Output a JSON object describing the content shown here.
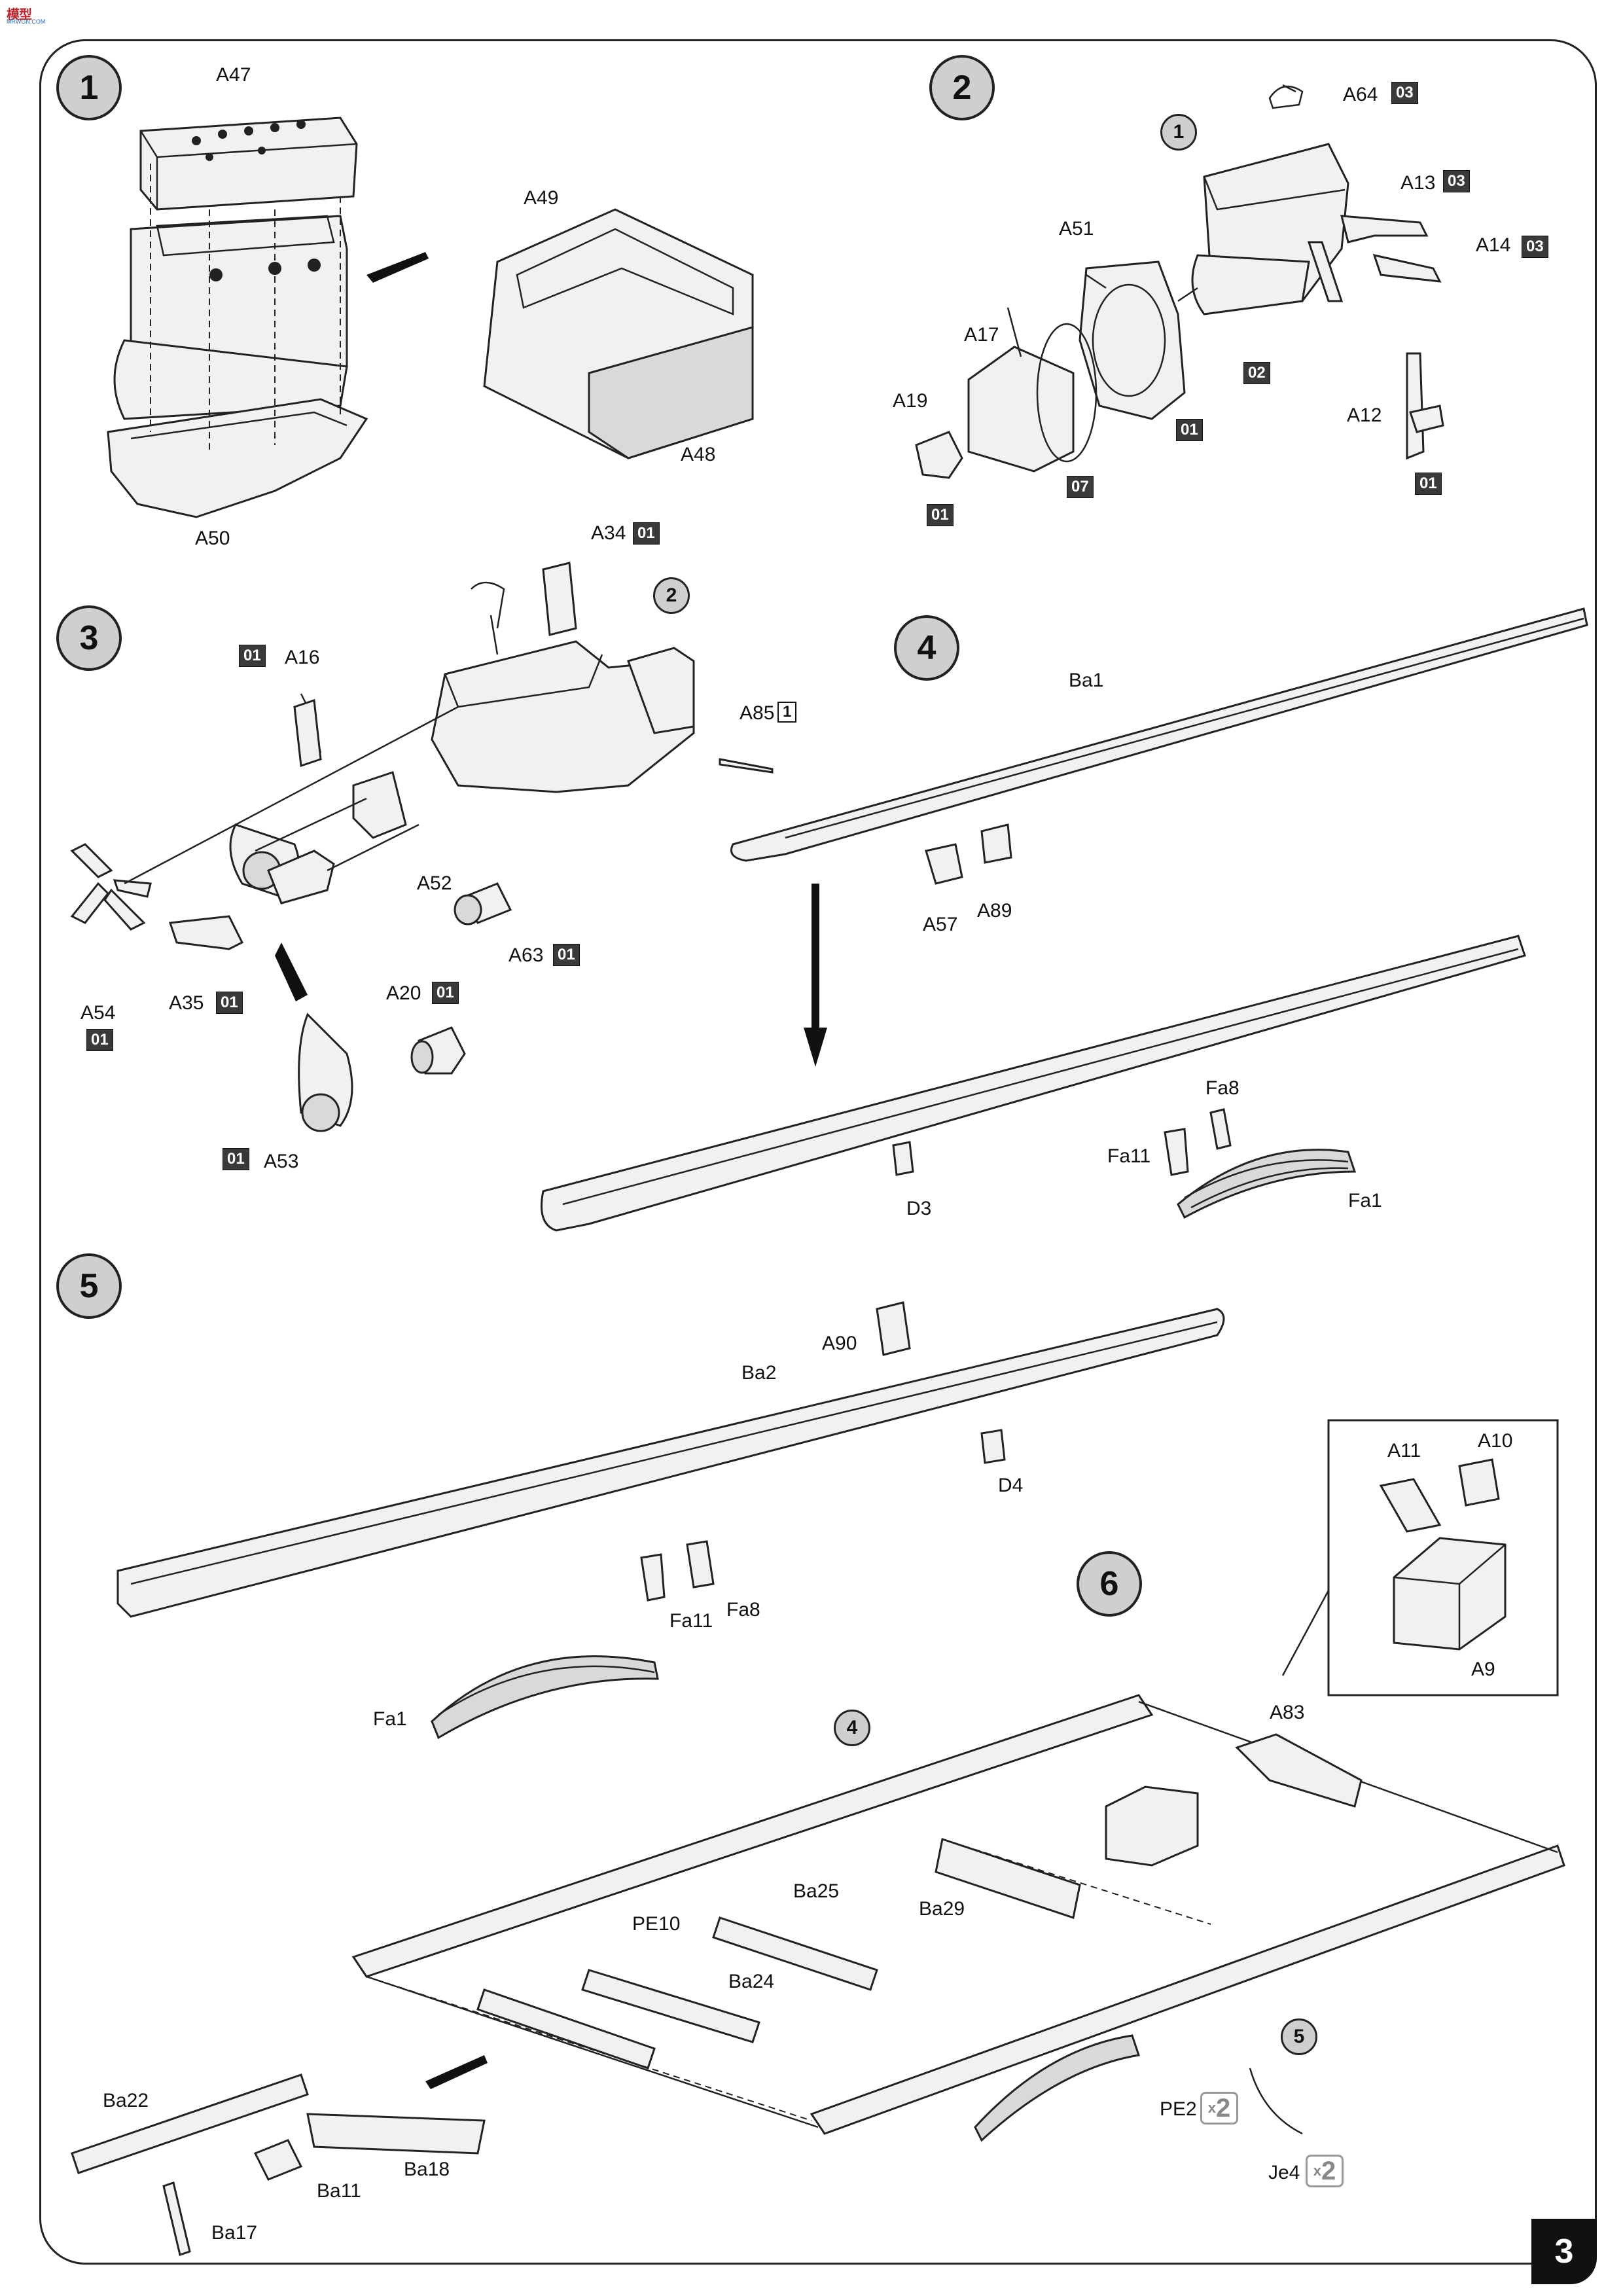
{
  "page_number": "3",
  "brand": {
    "logo": "模型",
    "sub": "MRWGN.COM"
  },
  "steps": [
    {
      "number": "1"
    },
    {
      "number": "2"
    },
    {
      "number": "3"
    },
    {
      "number": "4"
    },
    {
      "number": "5"
    },
    {
      "number": "6"
    }
  ],
  "sub_refs": {
    "step2_ref": "1",
    "step3_ref": "2",
    "step6_ref4": "4",
    "step6_ref5": "5"
  },
  "labels": {
    "A47": "A47",
    "A49": "A49",
    "A48": "A48",
    "A50": "A50",
    "A64": "A64",
    "A13": "A13",
    "A14": "A14",
    "A51": "A51",
    "A17": "A17",
    "A19": "A19",
    "A12": "A12",
    "A34": "A34",
    "A16": "A16",
    "A85": "A85",
    "A52": "A52",
    "A54": "A54",
    "A35": "A35",
    "A63": "A63",
    "A20": "A20",
    "A53": "A53",
    "Ba1": "Ba1",
    "A57": "A57",
    "A89": "A89",
    "Fa8": "Fa8",
    "Fa11": "Fa11",
    "D3": "D3",
    "Fa1": "Fa1",
    "A90": "A90",
    "Ba2": "Ba2",
    "D4": "D4",
    "Fa11b": "Fa11",
    "Fa8b": "Fa8",
    "Fa1b": "Fa1",
    "A11": "A11",
    "A10": "A10",
    "A9": "A9",
    "A83": "A83",
    "Ba25": "Ba25",
    "Ba29": "Ba29",
    "PE10": "PE10",
    "Ba24": "Ba24",
    "Ba22": "Ba22",
    "Ba11": "Ba11",
    "Ba18": "Ba18",
    "Ba17": "Ba17",
    "PE2": "PE2",
    "Je4": "Je4"
  },
  "badges": {
    "A64": "03",
    "A13": "03",
    "A14": "03",
    "b02": "02",
    "A51": "01",
    "A12": "01",
    "A17": "07",
    "A19": "01",
    "A34": "01",
    "A16": "01",
    "A85": "1",
    "A63": "01",
    "A54": "01",
    "A35": "01",
    "A20": "01",
    "A53": "01"
  },
  "multipliers": {
    "PE2": {
      "x": "x",
      "n": "2"
    },
    "Je4": {
      "x": "x",
      "n": "2"
    }
  }
}
